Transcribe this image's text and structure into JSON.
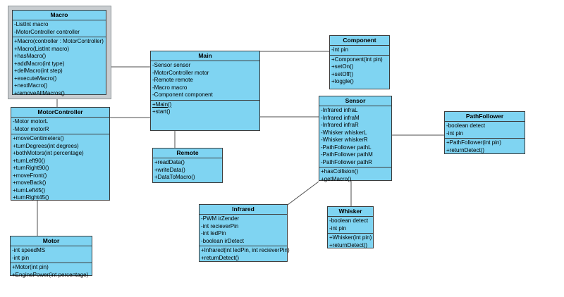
{
  "diagram": {
    "type": "uml-class-diagram",
    "colors": {
      "background": "#ffffff",
      "box_fill": "#7fd4f2",
      "box_border": "#3c3c3c",
      "line": "#4d4d4d",
      "selection_frame_fill": "#c9cdd0",
      "selection_frame_border": "#8f9598"
    },
    "classes": [
      {
        "id": "macro",
        "name": "Macro",
        "selected": true,
        "attributes": [
          "-ListInt macro",
          "-MotorController controller"
        ],
        "methods": [
          "+Macro(controller : MotorController)",
          "+Macro(ListInt macro)",
          "+hasMacro()",
          "+addMacro(int type)",
          "+delMacro(int step)",
          "+executeMacro()",
          "+nextMacro()",
          "+removeAllMacros()"
        ],
        "static_method_indices": []
      },
      {
        "id": "motor-controller",
        "name": "MotorController",
        "selected": false,
        "attributes": [
          "-Motor motorL",
          "-Motor motorR"
        ],
        "methods": [
          "+moveCentimeters()",
          "+turnDegrees(int degrees)",
          "+bothMotors(int percentage)",
          "+turnLeft90()",
          "+turnRight90()",
          "+moveFront()",
          "+moveBack()",
          "+turnLeft45()",
          "+turnRight45()"
        ],
        "static_method_indices": []
      },
      {
        "id": "motor",
        "name": "Motor",
        "selected": false,
        "attributes": [
          "-int speedMS",
          "-int pin"
        ],
        "methods": [
          "+Motor(int pin)",
          "+EnginePower(int percentage)"
        ],
        "static_method_indices": []
      },
      {
        "id": "main",
        "name": "Main",
        "selected": false,
        "attributes": [
          "-Sensor sensor",
          "-MotorController motor",
          "-Remote remote",
          "-Macro macro",
          "-Component component"
        ],
        "methods": [
          "+Main()",
          "+start()"
        ],
        "static_method_indices": [
          0
        ]
      },
      {
        "id": "remote",
        "name": "Remote",
        "selected": false,
        "attributes": [],
        "methods": [
          "+readData()",
          "+writeData()",
          "+DataToMacro()"
        ],
        "static_method_indices": []
      },
      {
        "id": "component",
        "name": "Component",
        "selected": false,
        "attributes": [
          "-int pin"
        ],
        "methods": [
          "+Component(int pin)",
          "+setOn()",
          "+setOff()",
          "+toggle()"
        ],
        "static_method_indices": []
      },
      {
        "id": "sensor",
        "name": "Sensor",
        "selected": false,
        "attributes": [
          "-Infrared infraL",
          "-Infrared infraM",
          "-Infrared infraR",
          "-Whisker whiskerL",
          "-Whisker whiskerR",
          "-PathFollower pathL",
          "-PathFollower pathM",
          "-PathFollower pathR"
        ],
        "methods": [
          "+hasCollision()",
          "+getMacro()"
        ],
        "static_method_indices": []
      },
      {
        "id": "path-follower",
        "name": "PathFollower",
        "selected": false,
        "attributes": [
          "-boolean detect",
          "-int pin"
        ],
        "methods": [
          "+PathFollower(int pin)",
          "+returnDetect()"
        ],
        "static_method_indices": []
      },
      {
        "id": "infrared",
        "name": "Infrared",
        "selected": false,
        "attributes": [
          "-PWM irZender",
          "-int recieverPin",
          "-int ledPin",
          "-boolean irDetect"
        ],
        "methods": [
          "+Infrared(int ledPin, int recieverPin)",
          "+returnDetect()"
        ],
        "static_method_indices": []
      },
      {
        "id": "whisker",
        "name": "Whisker",
        "selected": false,
        "attributes": [
          "-boolean detect",
          "-int pin"
        ],
        "methods": [
          "+Whisker(int pin)",
          "+returnDetect()"
        ],
        "static_method_indices": []
      }
    ],
    "relationships": [
      {
        "from": "Macro",
        "to": "Main"
      },
      {
        "from": "Macro",
        "to": "MotorController"
      },
      {
        "from": "MotorController",
        "to": "Main"
      },
      {
        "from": "MotorController",
        "to": "Motor"
      },
      {
        "from": "Main",
        "to": "Remote"
      },
      {
        "from": "Main",
        "to": "Component"
      },
      {
        "from": "Main",
        "to": "Sensor"
      },
      {
        "from": "Sensor",
        "to": "PathFollower"
      },
      {
        "from": "Sensor",
        "to": "Whisker"
      },
      {
        "from": "Sensor",
        "to": "Infrared"
      }
    ]
  }
}
